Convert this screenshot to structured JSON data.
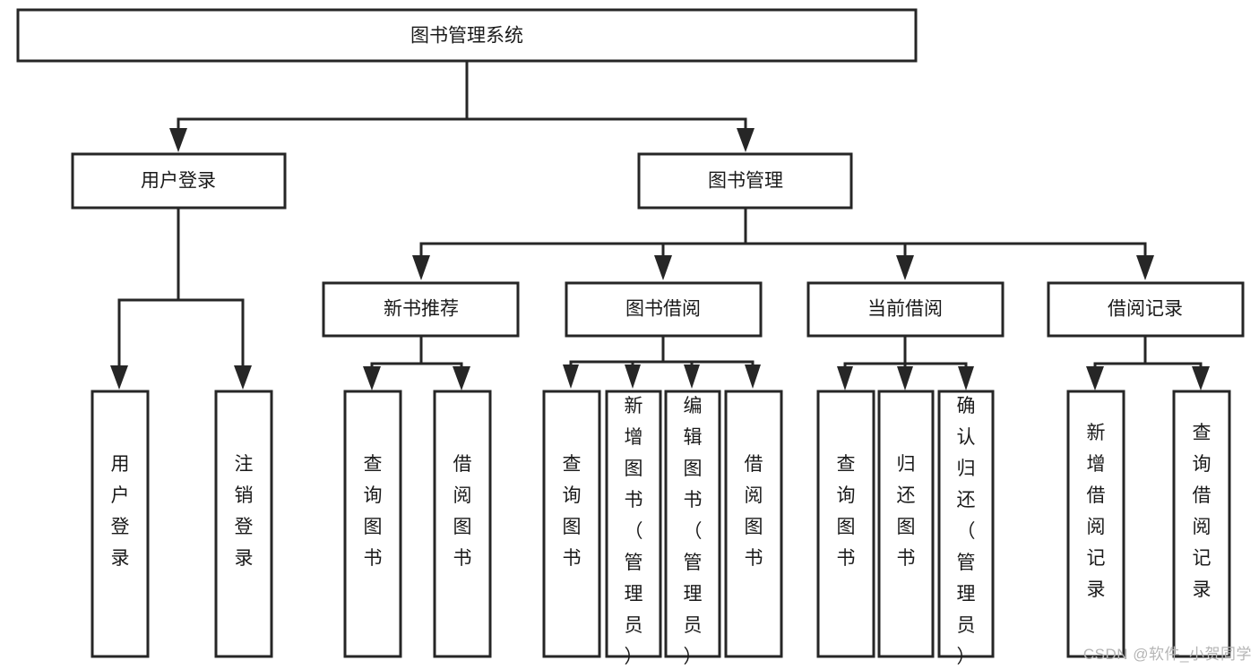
{
  "diagram": {
    "type": "tree",
    "title": "图书管理系统",
    "watermark": "CSDN @软件_小贺同学",
    "root": {
      "id": "root",
      "label": "图书管理系统",
      "orientation": "horizontal"
    },
    "level2": [
      {
        "id": "user-login",
        "label": "用户登录",
        "orientation": "horizontal"
      },
      {
        "id": "book-manage",
        "label": "图书管理",
        "orientation": "horizontal"
      }
    ],
    "level3": [
      {
        "id": "new-book-recommend",
        "label": "新书推荐",
        "orientation": "horizontal",
        "parent": "book-manage"
      },
      {
        "id": "book-borrow",
        "label": "图书借阅",
        "orientation": "horizontal",
        "parent": "book-manage"
      },
      {
        "id": "current-borrow",
        "label": "当前借阅",
        "orientation": "horizontal",
        "parent": "book-manage"
      },
      {
        "id": "borrow-record",
        "label": "借阅记录",
        "orientation": "horizontal",
        "parent": "book-manage"
      }
    ],
    "leaves": [
      {
        "id": "leaf-user-login",
        "label": "用户登录",
        "orientation": "vertical",
        "parent": "user-login"
      },
      {
        "id": "leaf-user-logout",
        "label": "注销登录",
        "orientation": "vertical",
        "parent": "user-login"
      },
      {
        "id": "leaf-query-book-1",
        "label": "查询图书",
        "orientation": "vertical",
        "parent": "new-book-recommend"
      },
      {
        "id": "leaf-borrow-book-1",
        "label": "借阅图书",
        "orientation": "vertical",
        "parent": "new-book-recommend"
      },
      {
        "id": "leaf-query-book-2",
        "label": "查询图书",
        "orientation": "vertical",
        "parent": "book-borrow"
      },
      {
        "id": "leaf-add-book",
        "label": "新增图书（管理员）",
        "orientation": "vertical",
        "parent": "book-borrow"
      },
      {
        "id": "leaf-edit-book",
        "label": "编辑图书（管理员）",
        "orientation": "vertical",
        "parent": "book-borrow"
      },
      {
        "id": "leaf-borrow-book-2",
        "label": "借阅图书",
        "orientation": "vertical",
        "parent": "book-borrow"
      },
      {
        "id": "leaf-query-book-3",
        "label": "查询图书",
        "orientation": "vertical",
        "parent": "current-borrow"
      },
      {
        "id": "leaf-return-book",
        "label": "归还图书",
        "orientation": "vertical",
        "parent": "current-borrow"
      },
      {
        "id": "leaf-confirm-return",
        "label": "确认归还（管理员）",
        "orientation": "vertical",
        "parent": "current-borrow"
      },
      {
        "id": "leaf-add-record",
        "label": "新增借阅记录",
        "orientation": "vertical",
        "parent": "borrow-record"
      },
      {
        "id": "leaf-query-record",
        "label": "查询借阅记录",
        "orientation": "vertical",
        "parent": "borrow-record"
      }
    ],
    "colors": {
      "stroke": "#262626",
      "fill": "#ffffff",
      "text": "#1a1a1a",
      "watermark": "#b5b5b5"
    }
  }
}
